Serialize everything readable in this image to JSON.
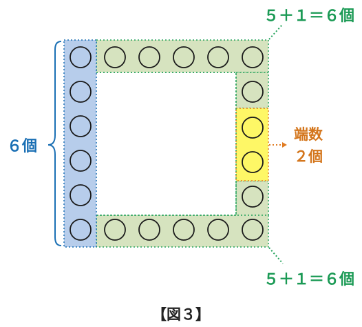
{
  "labels": {
    "top_equation": "５＋１＝６個",
    "bottom_equation": "５＋１＝６個",
    "left_count": "６個",
    "end_label_line1": "端数",
    "end_label_line2": "２個",
    "caption": "【図３】"
  },
  "colors": {
    "blue_fill": "#b7cdeb",
    "green_fill": "#d6e3bf",
    "yellow_fill": "#fef766",
    "green_dot": "#22a25a",
    "blue_dot": "#1a6fb4",
    "orange_dot": "#e07b21",
    "circle_stroke": "#1a1a1a"
  },
  "groups": {
    "left_column_circles": 6,
    "top_row_circles": 6,
    "bottom_row_circles": 6,
    "right_green_circles": 2,
    "yellow_circles": 2
  }
}
